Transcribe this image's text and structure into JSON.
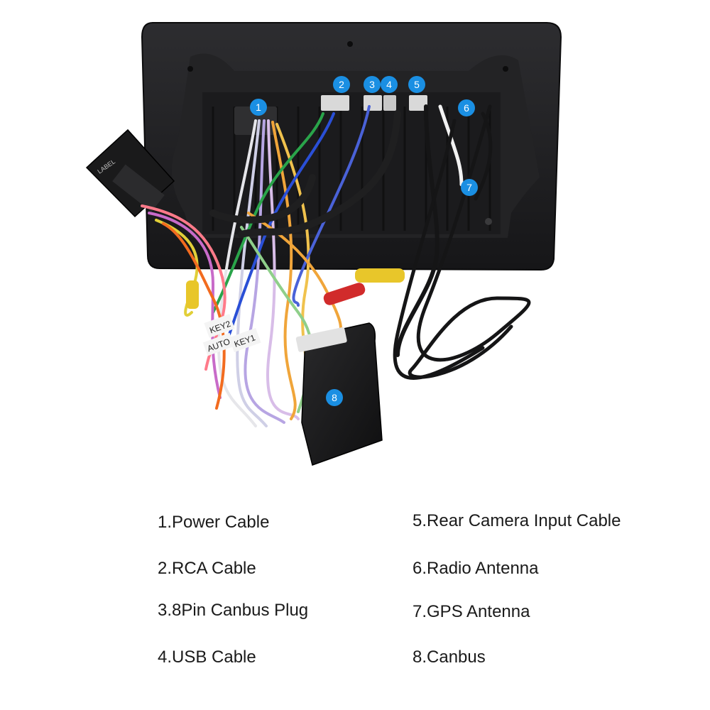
{
  "badges": {
    "b1": "1",
    "b2": "2",
    "b3": "3",
    "b4": "4",
    "b5": "5",
    "b6": "6",
    "b7": "7",
    "b8": "8"
  },
  "labels": {
    "panel_label": "KEY1",
    "tag_key2": "KEY2",
    "tag_auto": "AUTO"
  },
  "legend": {
    "item1": "1.Power Cable",
    "item2": "2.RCA Cable",
    "item3": "3.8Pin Canbus Plug",
    "item4": "4.USB Cable",
    "item5": "5.Rear Camera Input Cable",
    "item6": "6.Radio Antenna",
    "item7": "7.GPS Antenna",
    "item8": "8.Canbus"
  },
  "colors": {
    "badge": "#1a8fe3",
    "unit_body": "#1c1c1e",
    "unit_inner": "#2a2a2c"
  }
}
